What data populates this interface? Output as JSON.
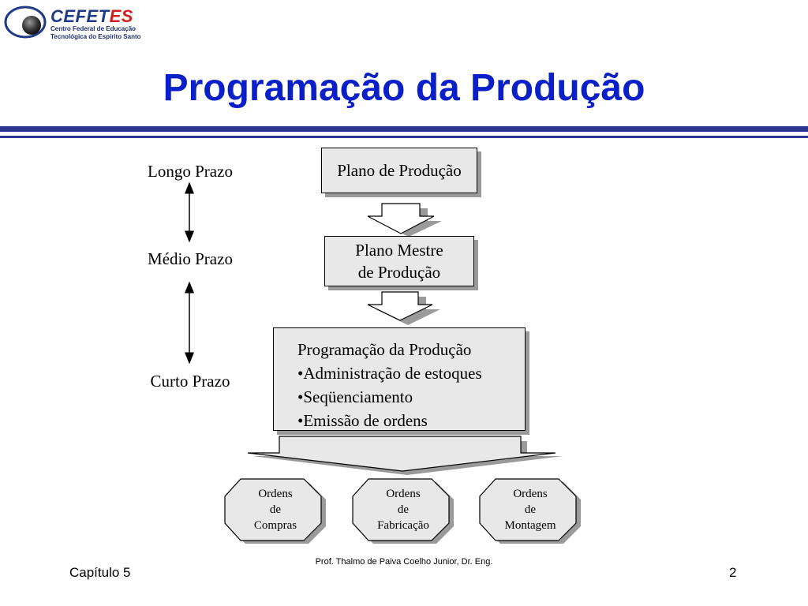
{
  "logo": {
    "name_main": "CEFET",
    "name_accent": "ES",
    "subtitle_line1": "Centro Federal de Educação",
    "subtitle_line2": "Tecnológica do Espírito Santo"
  },
  "title": "Programação da Produção",
  "horizons": {
    "long": "Longo Prazo",
    "medium": "Médio Prazo",
    "short": "Curto Prazo"
  },
  "boxes": {
    "plan": "Plano de Produção",
    "master_line1": "Plano Mestre",
    "master_line2": "de Produção",
    "programming": [
      "Programação da Produção",
      "•Administração de estoques",
      "•Seqüenciamento",
      "•Emissão de ordens"
    ]
  },
  "orders": [
    {
      "line1": "Ordens",
      "line2": "de",
      "line3": "Compras"
    },
    {
      "line1": "Ordens",
      "line2": "de",
      "line3": "Fabricação"
    },
    {
      "line1": "Ordens",
      "line2": "de",
      "line3": "Montagem"
    }
  ],
  "footer": {
    "chapter": "Capítulo 5",
    "author": "Prof. Thalmo de Paiva Coelho Junior, Dr. Eng.",
    "page": "2"
  },
  "colors": {
    "title": "#0a1fc8",
    "rule": "#2b3590",
    "box_fill": "#e8e8e8",
    "box_shadow": "#9a9a9a"
  }
}
